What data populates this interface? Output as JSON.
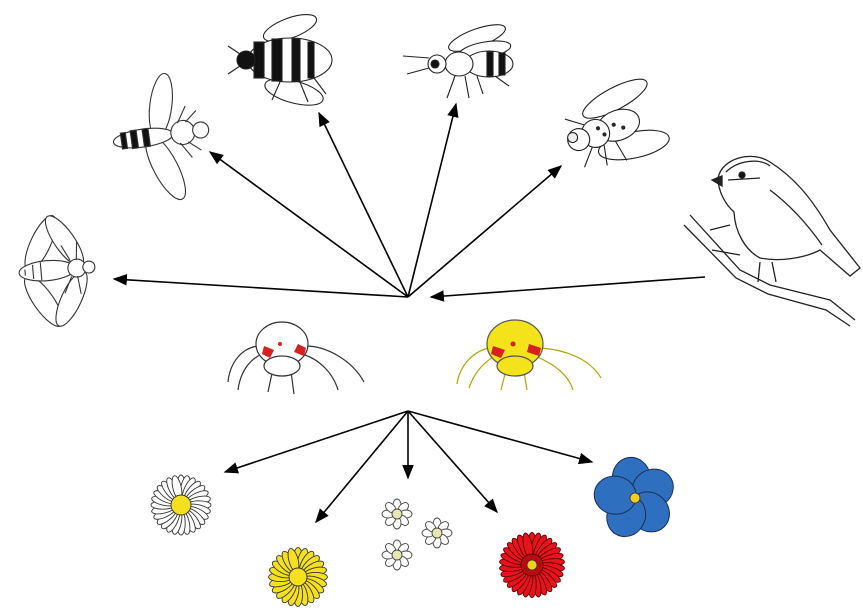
{
  "diagram": {
    "type": "food-web-illustration",
    "hub_upper": "predation-hub",
    "hub_lower": "flower-hub",
    "organisms": {
      "insects": [
        {
          "id": "hoverfly-left",
          "kind": "hoverfly"
        },
        {
          "id": "hoverfly-upper",
          "kind": "hoverfly"
        },
        {
          "id": "bumblebee",
          "kind": "bumblebee"
        },
        {
          "id": "honeybee",
          "kind": "honeybee"
        },
        {
          "id": "housefly",
          "kind": "fly"
        }
      ],
      "predator": {
        "id": "blue-tit",
        "kind": "bird"
      },
      "spiders": [
        {
          "id": "crab-spider-white",
          "kind": "crab-spider",
          "color": "#ffffff"
        },
        {
          "id": "crab-spider-yellow",
          "kind": "crab-spider",
          "color": "#f4e21a"
        }
      ],
      "flowers": [
        {
          "id": "daisy-white",
          "petal_color": "#ffffff",
          "center_color": "#f5e020"
        },
        {
          "id": "daisy-yellow",
          "petal_color": "#f5e020",
          "center_color": "#f5e020"
        },
        {
          "id": "small-white-flowers",
          "petal_color": "#ffffff",
          "center_color": "#e8e8b0"
        },
        {
          "id": "gerbera-red",
          "petal_color": "#e8121c",
          "center_color": "#f2d020"
        },
        {
          "id": "blue-flower",
          "petal_color": "#2f6fc0",
          "center_color": "#f2d020"
        }
      ]
    },
    "colors": {
      "arrow": "#000000",
      "spider_marking": "#d82020",
      "outline": "#222222"
    }
  }
}
